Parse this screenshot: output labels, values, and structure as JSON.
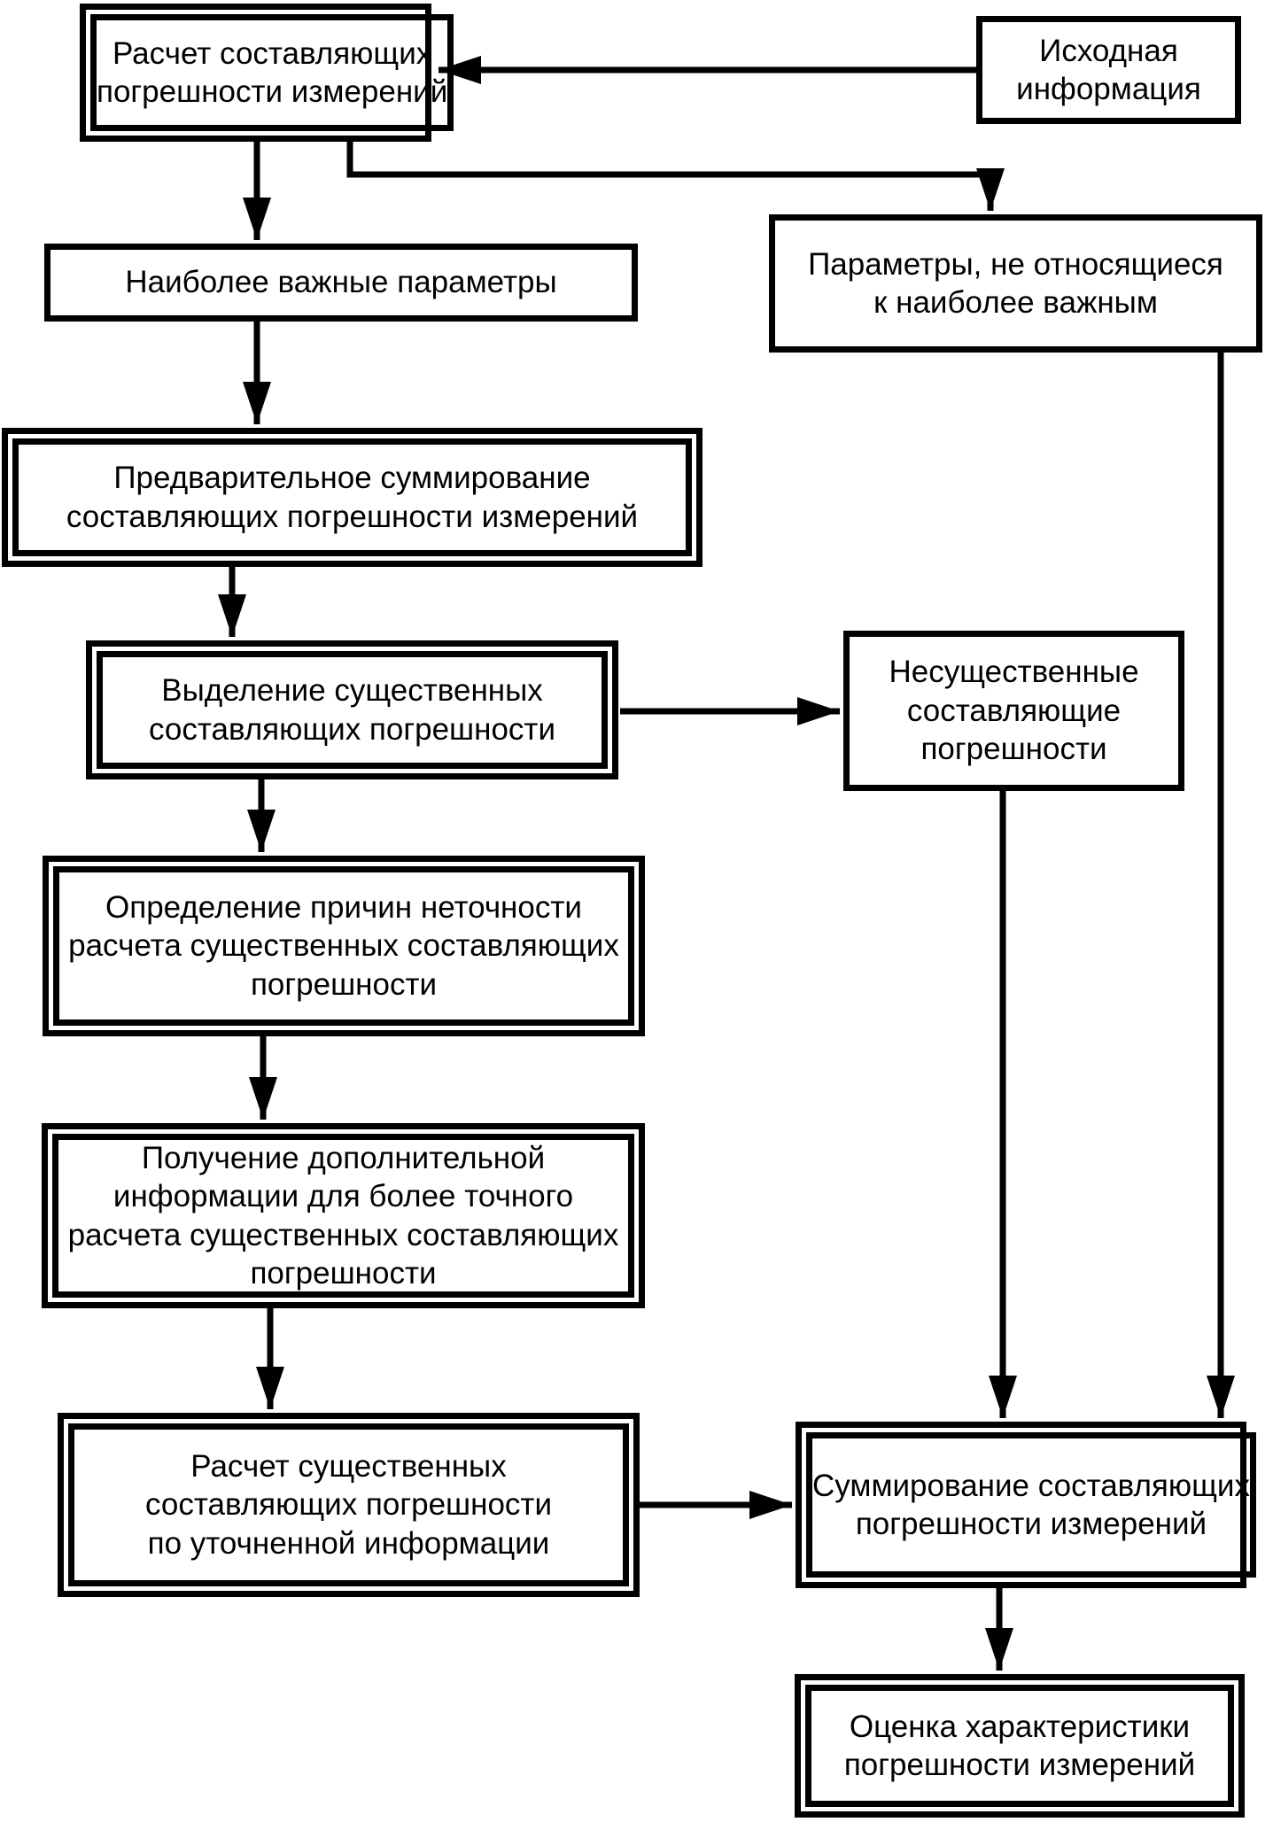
{
  "diagram": {
    "type": "flowchart",
    "language": "ru",
    "colors": {
      "line": "#000000",
      "background": "#ffffff",
      "text": "#000000"
    },
    "nodes": [
      {
        "id": "calc-error-components",
        "border": "double",
        "label": "Расчет составляющих\nпогрешности измерений"
      },
      {
        "id": "source-information",
        "border": "single",
        "label": "Исходная\nинформация"
      },
      {
        "id": "most-important-params",
        "border": "single",
        "label": "Наиболее важные параметры"
      },
      {
        "id": "non-important-params",
        "border": "single",
        "label": "Параметры, не относящиеся\nк наиболее важным"
      },
      {
        "id": "preliminary-summation",
        "border": "double",
        "label": "Предварительное суммирование\nсоставляющих погрешности измерений"
      },
      {
        "id": "select-significant",
        "border": "double",
        "label": "Выделение существенных\nсоставляющих погрешности"
      },
      {
        "id": "insignificant-components",
        "border": "single",
        "label": "Несущественные\nсоставляющие\nпогрешности"
      },
      {
        "id": "determine-causes",
        "border": "double",
        "label": "Определение причин неточности\nрасчета существенных составляющих\nпогрешности"
      },
      {
        "id": "obtain-additional-info",
        "border": "double",
        "label": "Получение дополнительной\nинформации для более точного\nрасчета существенных составляющих\nпогрешности"
      },
      {
        "id": "calc-significant-refined",
        "border": "double",
        "label": "Расчет существенных\nсоставляющих погрешности\nпо уточненной информации"
      },
      {
        "id": "summation-components",
        "border": "double",
        "label": "Суммирование составляющих\nпогрешности измерений"
      },
      {
        "id": "estimate-characteristic",
        "border": "double",
        "label": "Оценка характеристики\nпогрешности измерений"
      }
    ],
    "edges": [
      {
        "from": "source-information",
        "to": "calc-error-components"
      },
      {
        "from": "calc-error-components",
        "to": "most-important-params"
      },
      {
        "from": "calc-error-components",
        "to": "non-important-params"
      },
      {
        "from": "most-important-params",
        "to": "preliminary-summation"
      },
      {
        "from": "preliminary-summation",
        "to": "select-significant"
      },
      {
        "from": "select-significant",
        "to": "insignificant-components"
      },
      {
        "from": "select-significant",
        "to": "determine-causes"
      },
      {
        "from": "determine-causes",
        "to": "obtain-additional-info"
      },
      {
        "from": "obtain-additional-info",
        "to": "calc-significant-refined"
      },
      {
        "from": "calc-significant-refined",
        "to": "summation-components"
      },
      {
        "from": "insignificant-components",
        "to": "summation-components"
      },
      {
        "from": "non-important-params",
        "to": "summation-components"
      },
      {
        "from": "summation-components",
        "to": "estimate-characteristic"
      }
    ]
  }
}
